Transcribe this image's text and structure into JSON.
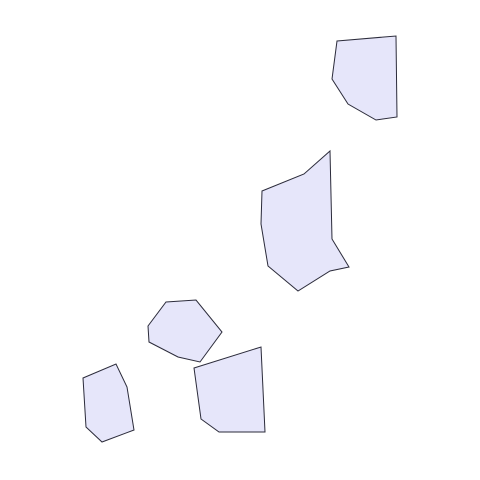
{
  "style": {
    "fill": "#e6e6fa",
    "stroke": "#2b2b3a",
    "background": "#ffffff"
  },
  "shapes": [
    {
      "name": "polygon-top-right"
    },
    {
      "name": "polygon-middle-right"
    },
    {
      "name": "polygon-center-small"
    },
    {
      "name": "polygon-bottom-center"
    },
    {
      "name": "polygon-bottom-left"
    }
  ]
}
